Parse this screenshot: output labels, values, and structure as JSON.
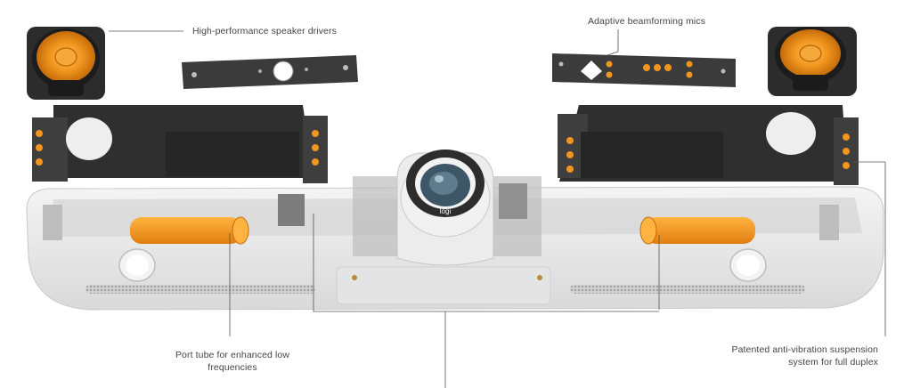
{
  "callouts": {
    "speaker_drivers": "High-performance speaker drivers",
    "beamforming_mics": "Adaptive beamforming mics",
    "port_tube_line1": "Port tube for enhanced low",
    "port_tube_line2": "frequencies",
    "suspension_line1": "Patented anti-vibration suspension",
    "suspension_line2": "system for full duplex"
  },
  "camera_logo": "logi",
  "colors": {
    "accent_orange": "#f0961e",
    "housing_white": "#e9e9e9",
    "dark_part": "#3a3a3a"
  }
}
